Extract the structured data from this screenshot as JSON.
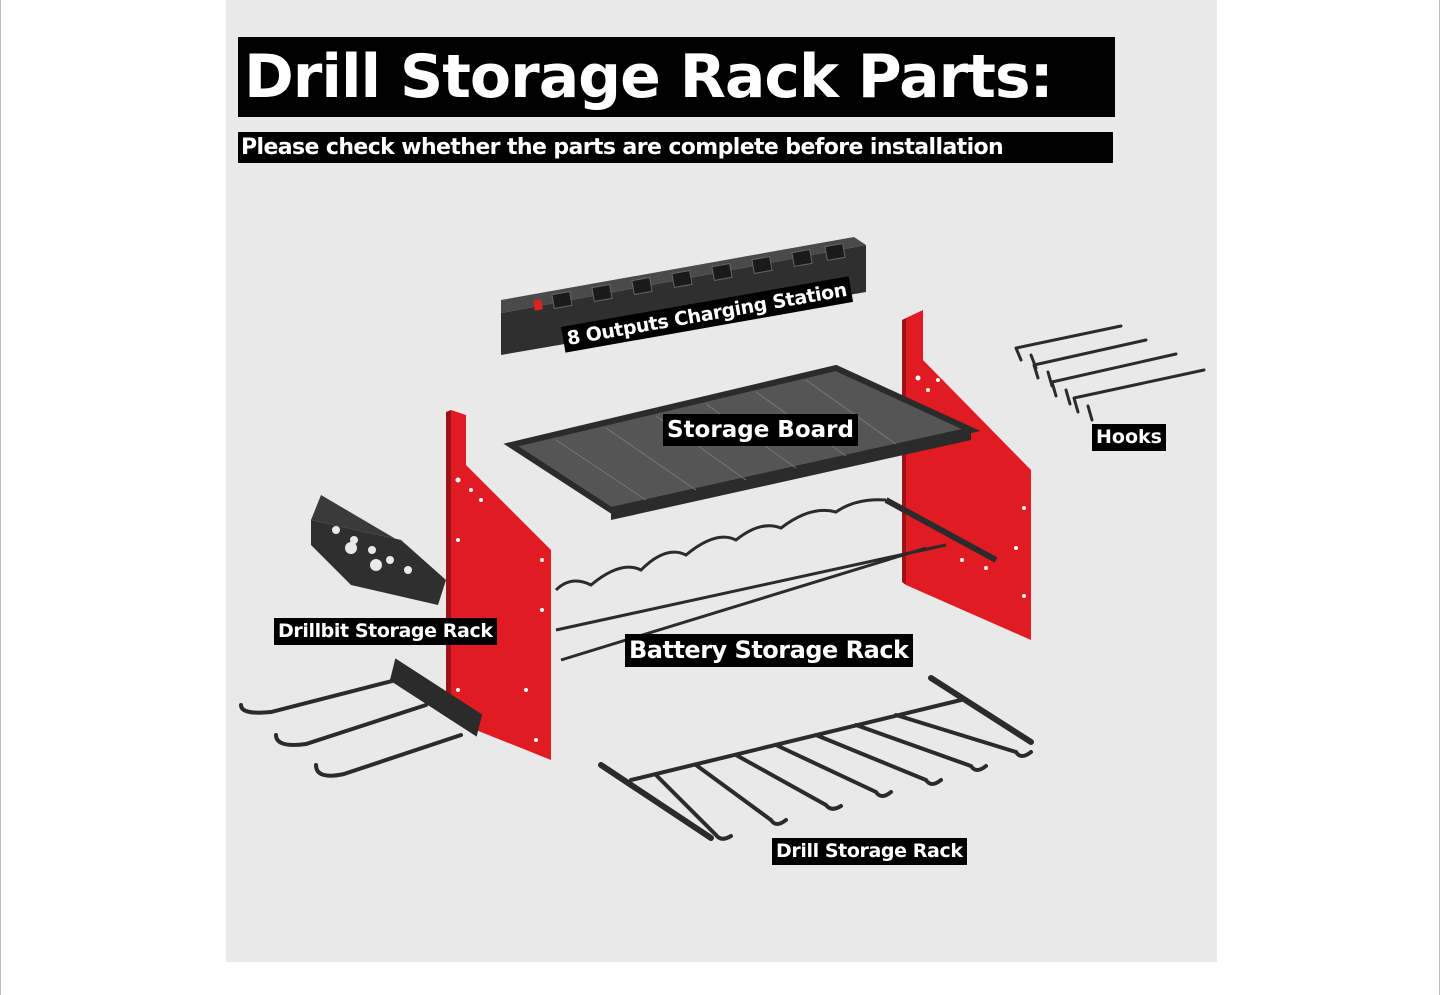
{
  "title": "Drill Storage Rack Parts:",
  "subtitle": "Please check whether the parts are complete before installation",
  "labels": {
    "charging_station": "8 Outputs Charging Station",
    "storage_board": "Storage Board",
    "hooks": "Hooks",
    "drillbit_rack": "Drillbit Storage Rack",
    "battery_rack": "Battery Storage Rack",
    "drill_rack": "Drill Storage Rack"
  },
  "colors": {
    "background": "#e9e9e9",
    "side_panel": "#e01b22",
    "metal": "#2b2b2b",
    "label_bg": "#000000",
    "label_text": "#ffffff"
  }
}
